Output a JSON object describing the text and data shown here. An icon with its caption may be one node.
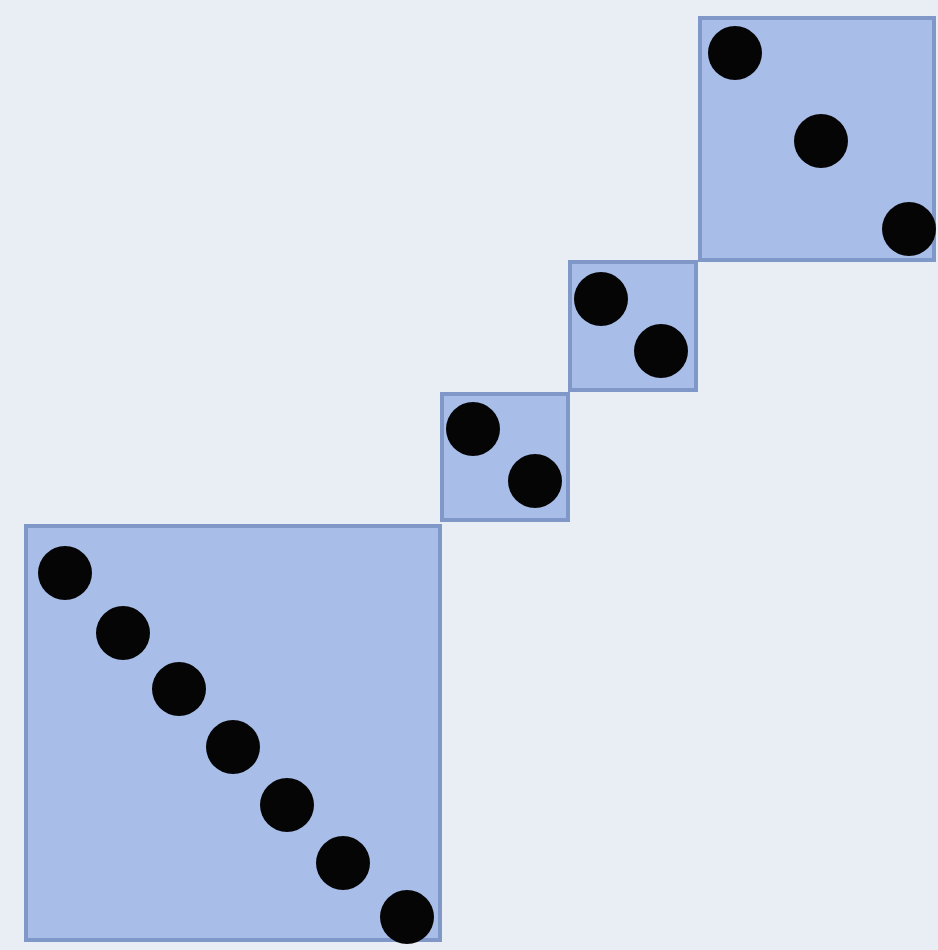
{
  "diagram": {
    "nodes": [
      {
        "text": [],
        "shape": "box"
      },
      {
        "text": [],
        "shape": "circle",
        "in": 0
      },
      {
        "text": [],
        "shape": "circle",
        "in": 0
      },
      {
        "text": [],
        "shape": "circle",
        "in": 0
      },
      {
        "text": [],
        "shape": "box"
      },
      {
        "text": [],
        "shape": "circle",
        "in": 4
      },
      {
        "text": [],
        "shape": "circle",
        "in": 4
      },
      {
        "text": [],
        "shape": "box"
      },
      {
        "text": [],
        "shape": "circle",
        "in": 7
      },
      {
        "text": [],
        "shape": "circle",
        "in": 7
      },
      {
        "text": [],
        "shape": "box"
      },
      {
        "text": [],
        "shape": "circle",
        "in": 10
      },
      {
        "text": [],
        "shape": "circle",
        "in": 10
      },
      {
        "text": [],
        "shape": "circle",
        "in": 10
      },
      {
        "text": [],
        "shape": "circle",
        "in": 10
      },
      {
        "text": [],
        "shape": "circle",
        "in": 10
      },
      {
        "text": [],
        "shape": "circle",
        "in": 10
      },
      {
        "text": [],
        "shape": "circle",
        "in": 10
      }
    ]
  }
}
